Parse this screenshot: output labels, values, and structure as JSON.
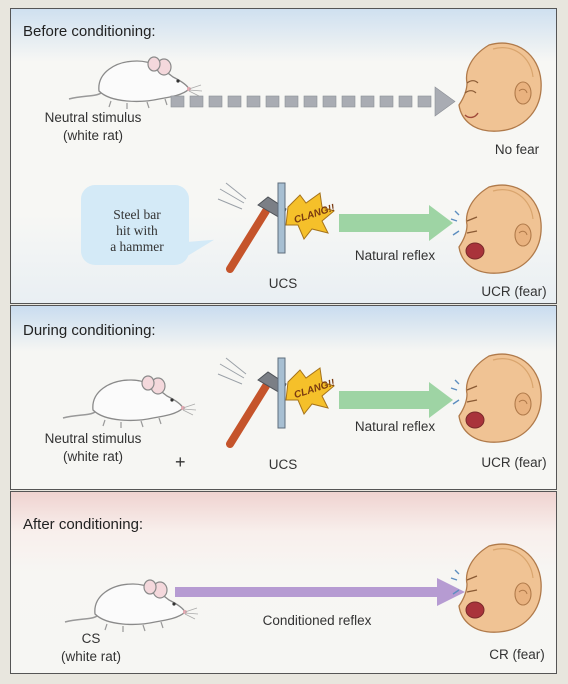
{
  "sections": {
    "before": {
      "heading": "Before conditioning:",
      "neutral_label_line1": "Neutral stimulus",
      "neutral_label_line2": "(white rat)",
      "no_fear": "No fear",
      "steel_bar_line1": "Steel bar",
      "steel_bar_line2": "hit with",
      "steel_bar_line3": "a hammer",
      "ucs": "UCS",
      "natural_reflex": "Natural reflex",
      "ucr": "UCR (fear)",
      "clang": "CLANG!!"
    },
    "during": {
      "heading": "During conditioning:",
      "neutral_label_line1": "Neutral stimulus",
      "neutral_label_line2": "(white rat)",
      "plus": "+",
      "ucs": "UCS",
      "natural_reflex": "Natural reflex",
      "ucr": "UCR (fear)",
      "clang": "CLANG!!"
    },
    "after": {
      "heading": "After conditioning:",
      "cs_line1": "CS",
      "cs_line2": "(white rat)",
      "conditioned_reflex": "Conditioned reflex",
      "cr": "CR (fear)"
    }
  },
  "colors": {
    "gray_arrow": "#a9acb3",
    "green_arrow": "#9ed4a4",
    "purple_arrow": "#b69bd2",
    "panel_blue": "#cfe0f0",
    "panel_pink": "#efd3d0",
    "baby_skin": "#f0c394"
  }
}
